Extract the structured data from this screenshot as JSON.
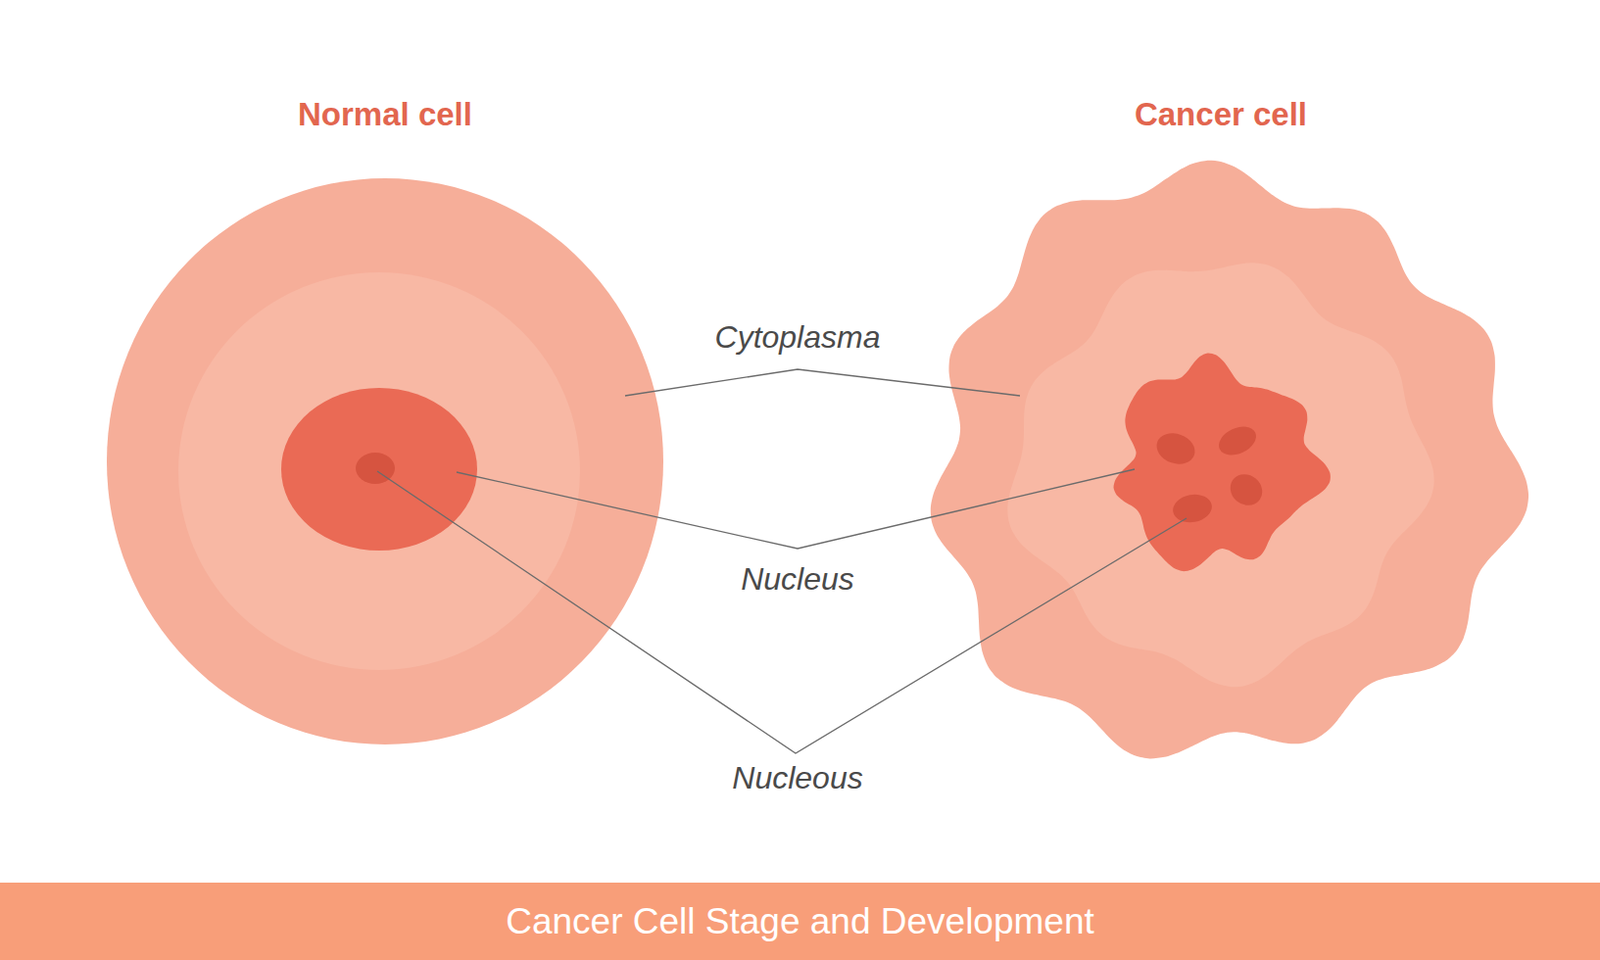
{
  "diagram": {
    "nodes": [
      {
        "text": [
          "Normal cell"
        ]
      },
      {
        "text": [
          "Cancer cell"
        ]
      },
      {
        "text": [
          "Cancer Cell Stage and Development"
        ]
      }
    ],
    "labels": [
      "Cytoplasma",
      "Nucleus",
      "Nucleous"
    ]
  }
}
